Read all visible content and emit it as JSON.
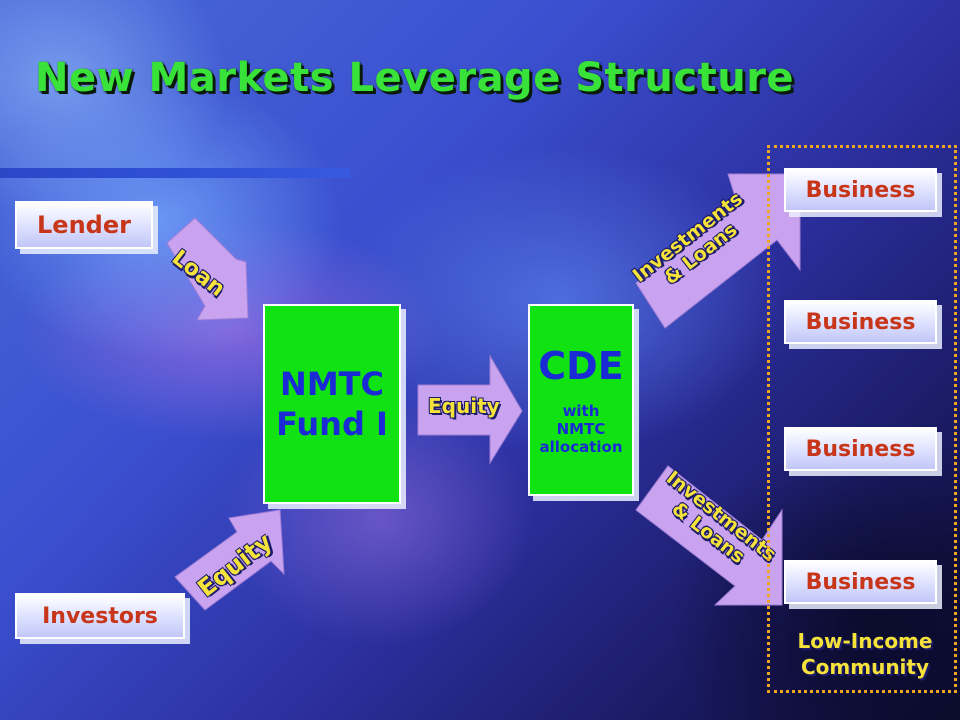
{
  "slide": {
    "title": "New Markets Leverage Structure"
  },
  "nodes": {
    "lender": "Lender",
    "investors": "Investors",
    "fund_line1": "NMTC",
    "fund_line2": "Fund I",
    "cde_title": "CDE",
    "cde_line1": "with",
    "cde_line2": "NMTC",
    "cde_line3": "allocation",
    "businesses": [
      "Business",
      "Business",
      "Business",
      "Business"
    ]
  },
  "arrows": {
    "loan": "Loan",
    "equity_investors": "Equity",
    "equity_fund": "Equity",
    "investments_top_1": "Investments",
    "investments_top_2": "& Loans",
    "investments_bottom_1": "Investments",
    "investments_bottom_2": "& Loans"
  },
  "community": {
    "line1": "Low-Income",
    "line2": "Community"
  },
  "colors": {
    "title": "#39e239",
    "fund_fill": "#11e211",
    "arrow_fill": "#c9a3f0",
    "arrow_text": "#f5e23a",
    "business_text": "#c8361a",
    "lender_text": "#c8361a",
    "investors_text": "#c8361a",
    "community_border": "#f0a522"
  }
}
